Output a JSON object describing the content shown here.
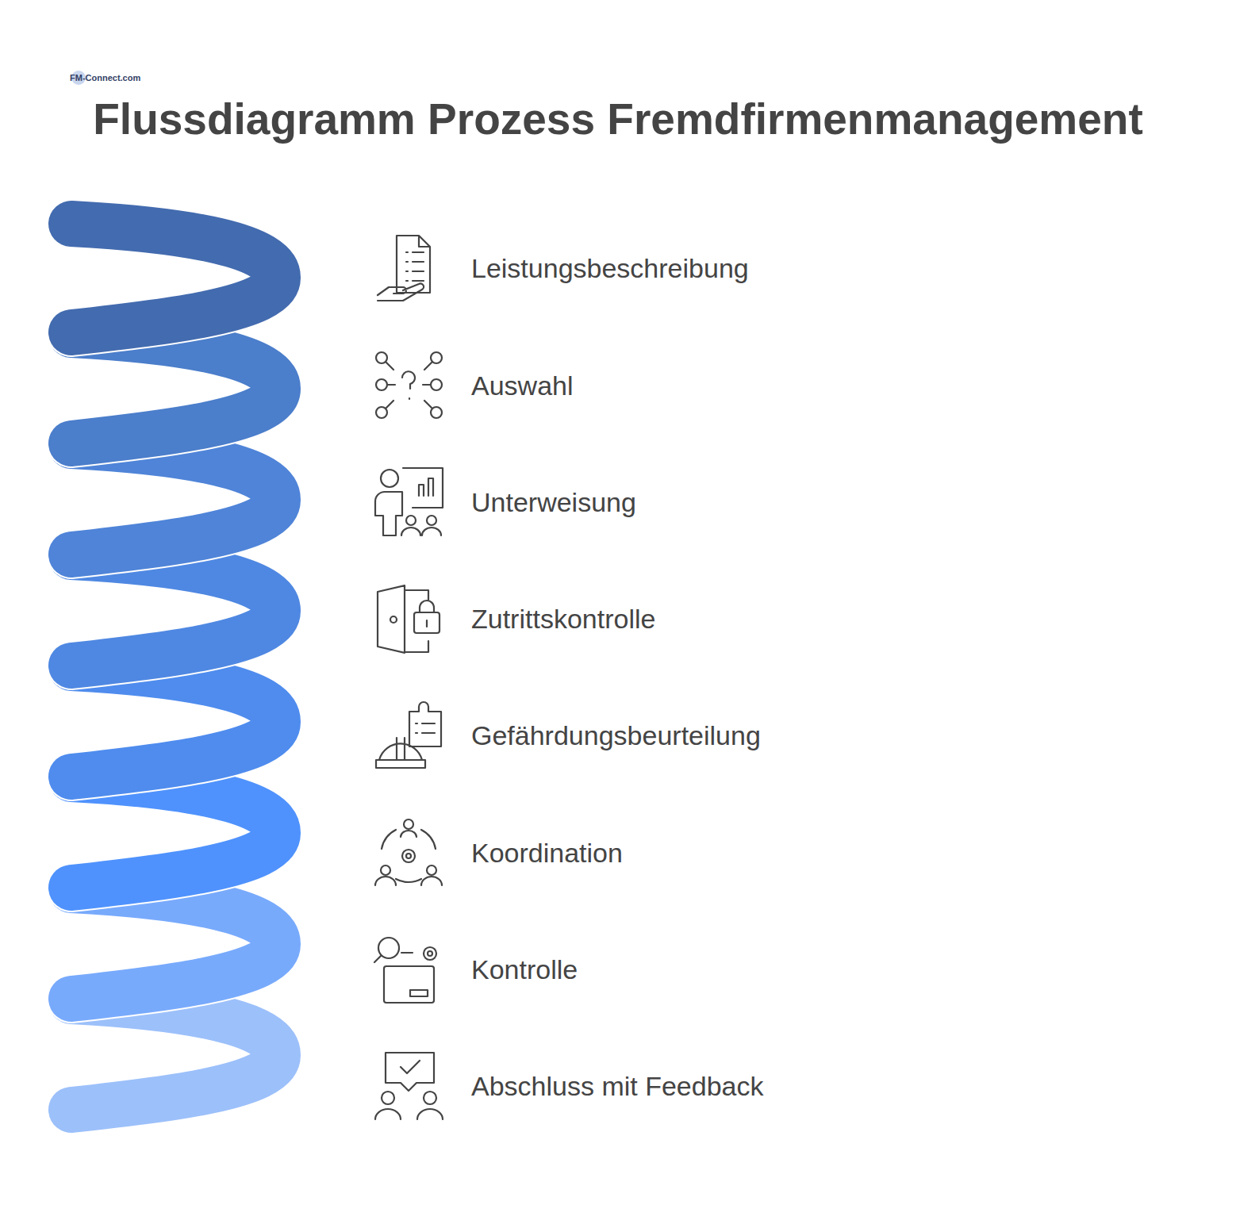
{
  "diagram": {
    "title": "Flussdiagramm Prozess Fremdfirmenmanagement",
    "nodes": [
      {
        "text": [
          "Leistungsbeschreibung"
        ]
      },
      {
        "text": [
          "Auswahl"
        ]
      },
      {
        "text": [
          "Unterweisung"
        ]
      },
      {
        "text": [
          "Zutrittskontrolle"
        ]
      },
      {
        "text": [
          "Gefährdungsbeurteilung"
        ]
      },
      {
        "text": [
          "Koordination"
        ]
      },
      {
        "text": [
          "Kontrolle"
        ]
      },
      {
        "text": [
          "Abschluss mit Feedback"
        ]
      }
    ],
    "labels": [
      "FM-Connect.com"
    ]
  }
}
